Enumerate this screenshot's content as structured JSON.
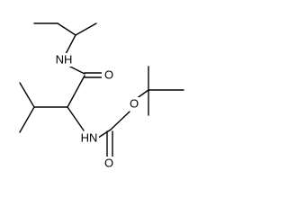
{
  "molecule": {
    "atoms": {
      "amide_n": "NH",
      "amide_o": "O",
      "ester_o": "O",
      "carbamate_n": "HN",
      "carbamate_o": "O"
    }
  },
  "colors": {
    "bond": "#000000",
    "background": "#ffffff"
  }
}
